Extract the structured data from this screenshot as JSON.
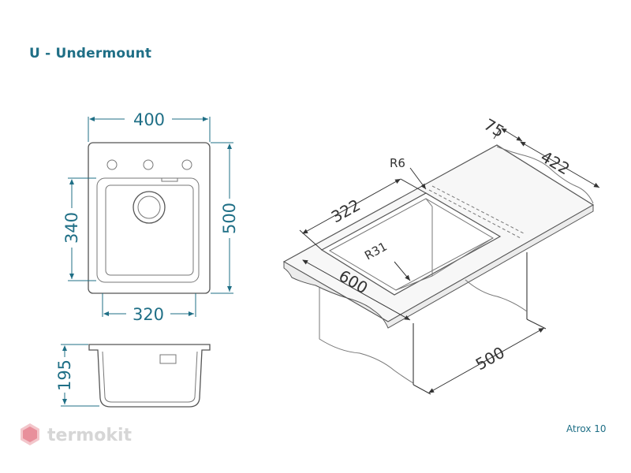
{
  "title": "U - Undermount",
  "caption": "Atrox 10",
  "logo_text": "termokit",
  "dimensions": {
    "top_width": "400",
    "top_height": "500",
    "bowl_height": "340",
    "bowl_width": "320",
    "depth": "195",
    "iso_75": "75",
    "iso_422": "422",
    "iso_r6": "R6",
    "iso_322": "322",
    "iso_r31": "R31",
    "iso_600": "600",
    "iso_500": "500"
  },
  "colors": {
    "accent": "#1f6f86",
    "logo": "#e8a0a8"
  }
}
